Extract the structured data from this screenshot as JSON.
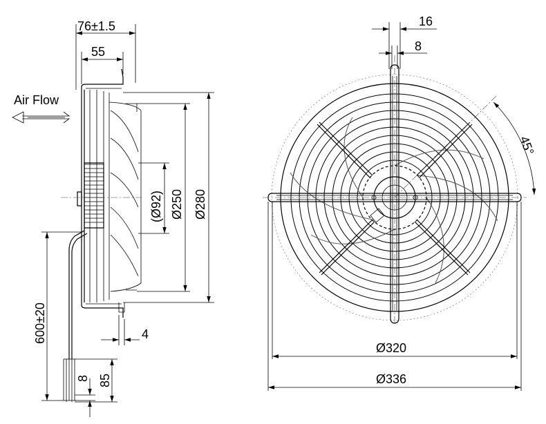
{
  "labels": {
    "air_flow": "Air Flow",
    "depth_total": "76±1.5",
    "depth_frame": "55",
    "dia_hub": "(Ø92)",
    "dia_blade": "Ø250",
    "dia_frame": "Ø280",
    "cable_length": "600±20",
    "bracket_thickness": "4",
    "wire_strip": "8",
    "wire_end": "85",
    "spoke_width": "16",
    "spoke_inner": "8",
    "angle": "45°",
    "dia_mount": "Ø320",
    "dia_overall": "Ø336"
  }
}
